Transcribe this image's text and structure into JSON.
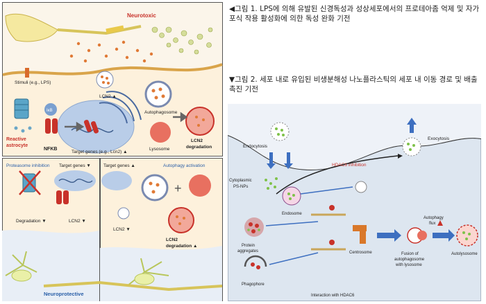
{
  "captions": {
    "fig1": "◀그림 1. LPS에 의해 유발된 신경독성과 성상세포에서의 프로테아좀 억제 및 자가포식 작용 활성화에 의한 독성 완화 기전",
    "fig2": "▼그림 2. 세포 내로 유입된 비생분해성 나노플라스틱의 세포 내 이동 경로 및 배출 촉진 기전"
  },
  "fig1": {
    "neurotoxic": "Neurotoxic",
    "stimuli": "Stimuli (e.g., LPS)",
    "ikb": "IκB",
    "nfkb": "NFKB",
    "reactive": "Reactive",
    "astrocyte": "astrocyte",
    "lcn2_up": "LCN2 ▲",
    "autophagosome": "Autophagosome",
    "target_genes_eg": "Target genes (e.g., Lcn2) ▲",
    "lysosome": "Lysosome",
    "lcn2_deg1": "LCN2",
    "lcn2_deg2": "degradation",
    "proteasome_inhibition": "Proteasome inhibition",
    "target_genes_down": "Target genes ▼",
    "degradation_down": "Degradation ▼",
    "lcn2_down": "LCN2 ▼",
    "target_genes_up": "Target genes ▲",
    "autophagy_activation": "Autophagy activation",
    "lcn2_down2": "LCN2 ▼",
    "lcn2_deg_up1": "LCN2",
    "lcn2_deg_up2": "degradation ▲",
    "neuroprotective": "Neuroprotective"
  },
  "fig2": {
    "endocytosis": "Endocytosis",
    "exocytosis": "Exocytosis",
    "hdac6": "HDAC6 inhibition",
    "cyto1": "Cytoplasmic",
    "cyto2": "PS-NPs",
    "endosome": "Endosome",
    "protein1": "Protein",
    "protein2": "aggregates",
    "centrosome": "Centrosome",
    "autophagy_flux1": "Autophagy",
    "autophagy_flux2": "flux",
    "fusion1": "Fusion of",
    "fusion2": "autophagosome",
    "fusion3": "with lysosome",
    "autolysosome": "Autolysosome",
    "phagophore": "Phagophore",
    "interaction": "Interaction with HDAC6"
  },
  "colors": {
    "panel_border": "#555555",
    "cytoplasm": "#fbe3b8",
    "nucleus": "#b9cde8",
    "red_label": "#c8322a",
    "blue_label": "#2a5fa8",
    "fig2_bg": "#dde6f0",
    "fig2_arrow": "#3d6fc0"
  }
}
